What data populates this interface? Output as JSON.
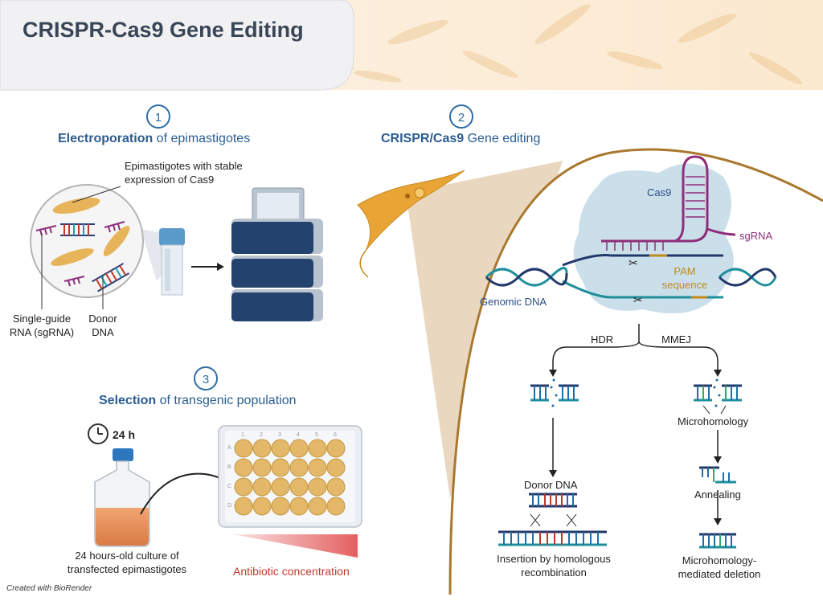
{
  "title": "CRISPR-Cas9 Gene Editing",
  "colors": {
    "step_blue": "#2e6da4",
    "cas9_blob": "#c5dce9",
    "sgrna": "#8e2e7a",
    "pam": "#c08a1c",
    "dna_teal": "#1f8f9c",
    "dna_navy": "#23386a",
    "culture_orange": "#e69662",
    "well_gold": "#e4b869",
    "gradient_red": "#e56d6d"
  },
  "steps": [
    {
      "number": "1",
      "bold": "Electroporation",
      "rest": " of epimastigotes"
    },
    {
      "number": "2",
      "bold": "CRISPR/Cas9",
      "rest": " Gene editing"
    },
    {
      "number": "3",
      "bold": "Selection",
      "rest": " of transgenic population"
    }
  ],
  "step1": {
    "epimastigotes_label": "Epimastigotes with stable expression of Cas9",
    "sgrna_label": "Single-guide RNA (sgRNA)",
    "donor_label": "Donor DNA",
    "icons": [
      "cuvette-icon",
      "electroporator-icon"
    ]
  },
  "step2": {
    "cas9_label": "Cas9",
    "sgrna_label": "sgRNA",
    "pam_label": "PAM sequence",
    "genomic_dna_label": "Genomic DNA",
    "hdr_label": "HDR",
    "mmej_label": "MMEJ",
    "donor_dna_label": "Donor DNA",
    "insertion_label": "Insertion by homologous recombination",
    "microhomology_label": "Microhomology",
    "annealing_label": "Annealing",
    "deletion_label": "Microhomology-mediated deletion"
  },
  "step3": {
    "timer_label": "24 h",
    "culture_label": "24 hours-old culture of transfected epimastigotes",
    "antibiotic_label": "Antibiotic concentration",
    "plate_columns": [
      "1",
      "2",
      "3",
      "4",
      "5",
      "6"
    ],
    "plate_rows": [
      "A",
      "B",
      "C",
      "D"
    ]
  },
  "credit": "Created with BioRender"
}
